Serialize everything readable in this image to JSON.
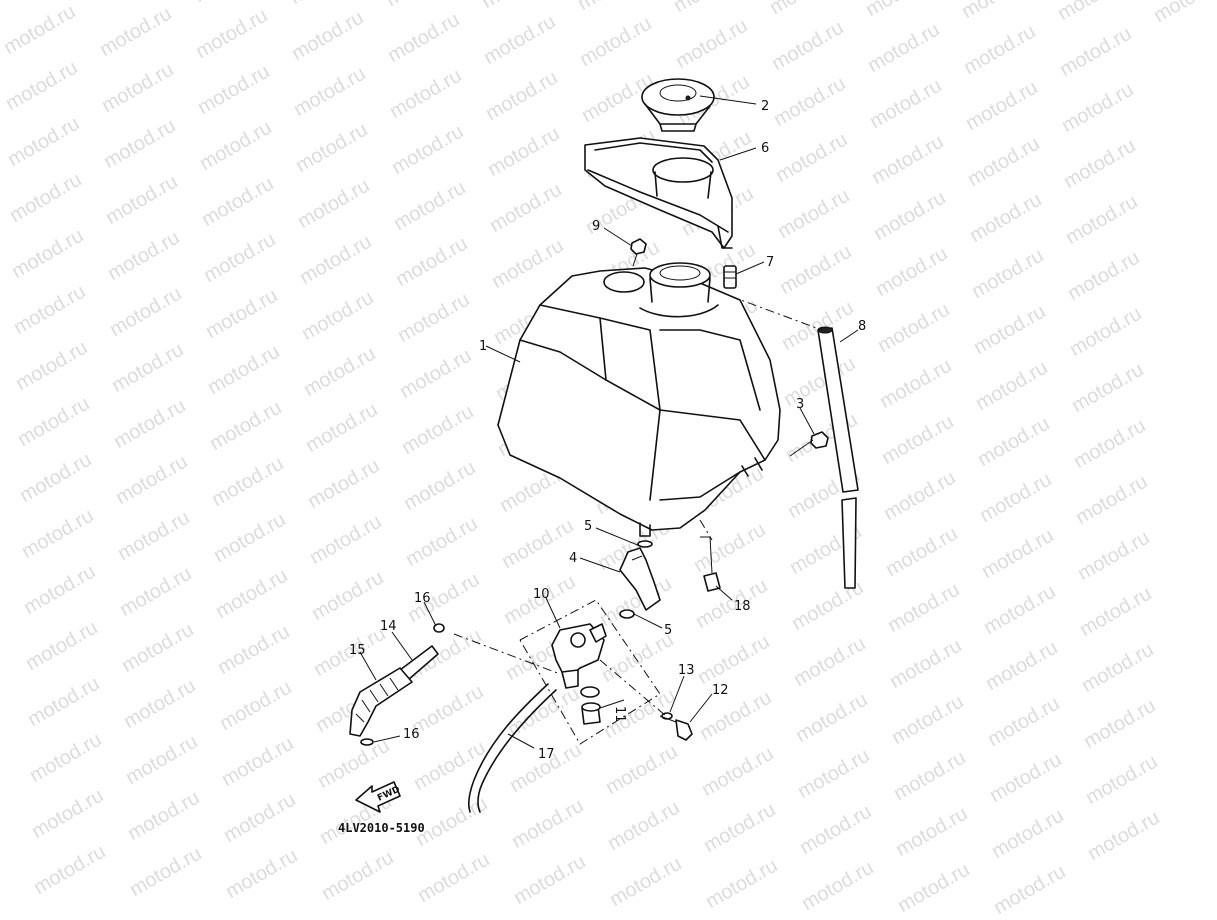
{
  "watermark": "motod.ru",
  "callouts": {
    "c1": "1",
    "c2": "2",
    "c3": "3",
    "c4": "4",
    "c5a": "5",
    "c5b": "5",
    "c6": "6",
    "c7": "7",
    "c8": "8",
    "c9": "9",
    "c10": "10",
    "c11": "11",
    "c12": "12",
    "c13": "13",
    "c14": "14",
    "c15": "15",
    "c16a": "16",
    "c16b": "16",
    "c17": "17",
    "c18": "18"
  },
  "fwd_label": "FWD",
  "drawing_code": "4LV2010-5190"
}
